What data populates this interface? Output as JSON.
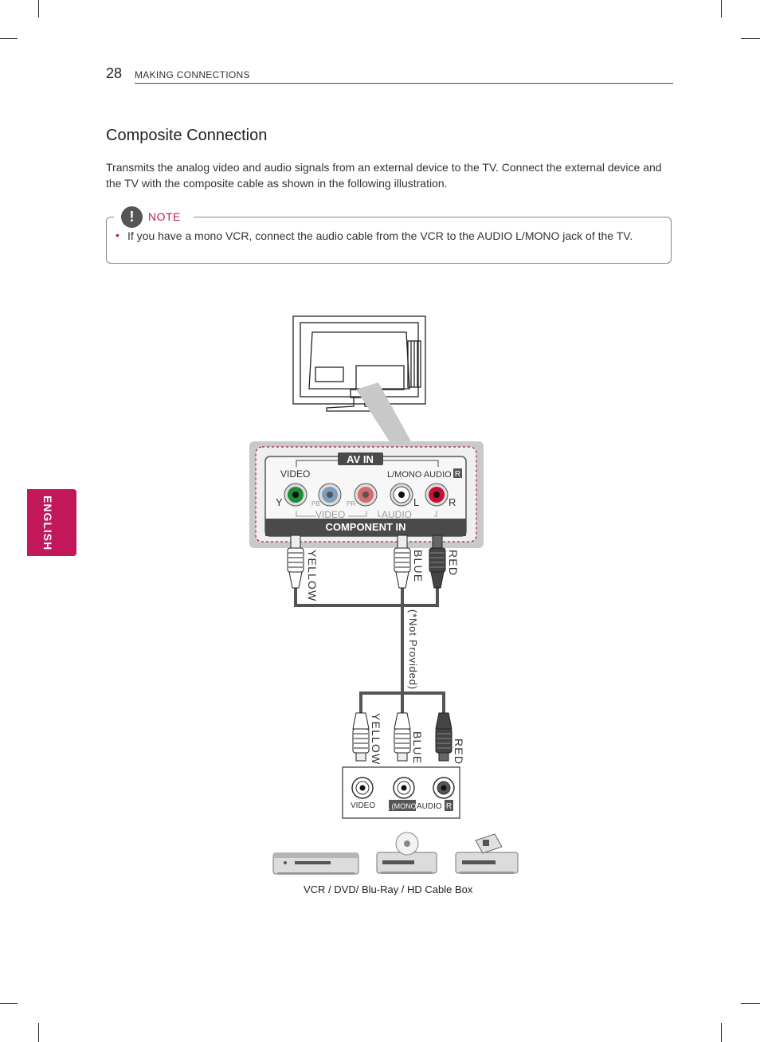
{
  "header": {
    "page_number": "28",
    "section": "MAKING CONNECTIONS"
  },
  "title": "Composite Connection",
  "intro": "Transmits the analog video and audio signals from an external device to the TV. Connect the external device and the TV with the composite cable as shown in the following illustration.",
  "note": {
    "icon": "!",
    "label": "NOTE",
    "bullet": "•",
    "text": "If you have a mono VCR, connect the audio cable from the VCR to the AUDIO L/MONO jack of the TV."
  },
  "side_tab": "ENGLISH",
  "diagram": {
    "panel": {
      "av_in": "AV IN",
      "video": "VIDEO",
      "lmono_audio": "L/MONO AUDIO",
      "r_badge": "R",
      "y": "Y",
      "pb": "PB",
      "pr": "PR",
      "l": "L",
      "r": "R",
      "video_bottom": "VIDEO",
      "audio_bottom": "AUDIO",
      "component_in": "COMPONENT IN"
    },
    "tv_plugs": {
      "yellow": "YELLOW",
      "blue": "BLUE",
      "red": "RED"
    },
    "not_provided": "(*Not Provided)",
    "device_plugs": {
      "yellow": "YELLOW",
      "blue": "BLUE",
      "red": "RED"
    },
    "device_panel": {
      "video": "VIDEO",
      "l_mono": "L (MONO)",
      "audio": "AUDIO",
      "r": "R"
    }
  },
  "caption": "VCR / DVD/ Blu-Ray / HD Cable Box",
  "colors": {
    "accent": "#c2185b",
    "jack_green": "#1f8a3a",
    "jack_red": "#c8102e",
    "panel_dark": "#4a4a4a"
  }
}
